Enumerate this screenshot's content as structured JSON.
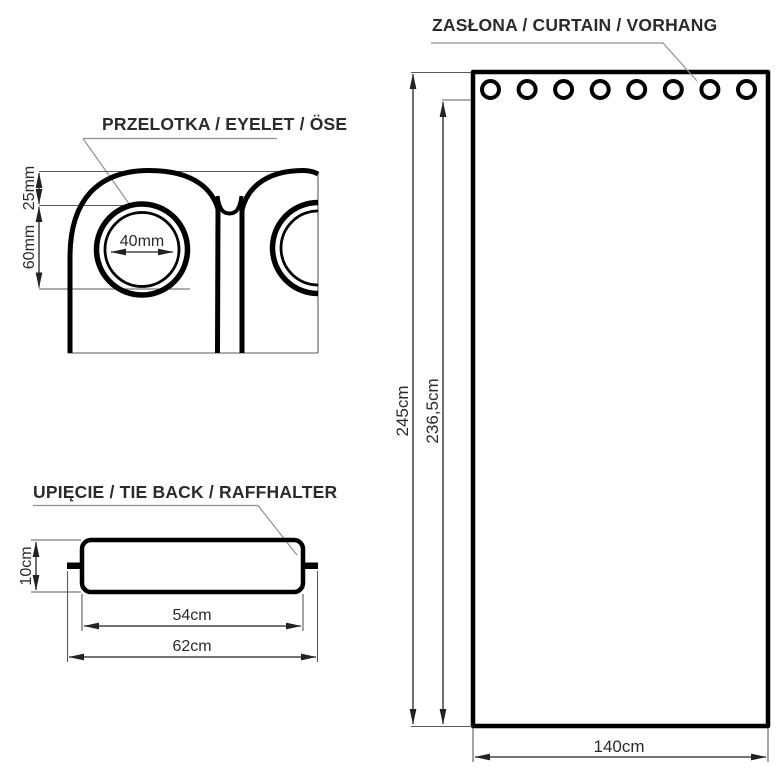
{
  "page": {
    "background": "#ffffff",
    "outline_color": "#000000",
    "dimension_line_color": "#222222",
    "leader_line_color": "#909090",
    "text_color": "#2b2b2b"
  },
  "labels": {
    "curtain": "ZASŁONA / CURTAIN / VORHANG",
    "eyelet": "PRZELOTKA / EYELET / ÖSE",
    "tieback": "UPIĘCIE / TIE BACK / RAFFHALTER"
  },
  "curtain": {
    "eyelet_count": 8,
    "height_total": "245cm",
    "height_below_eyelets": "236,5cm",
    "width": "140cm"
  },
  "eyelet_detail": {
    "top_offset": "25mm",
    "ring_height": "60mm",
    "inner_diameter": "40mm"
  },
  "tieback_detail": {
    "height": "10cm",
    "body_width": "54cm",
    "total_width": "62cm"
  }
}
